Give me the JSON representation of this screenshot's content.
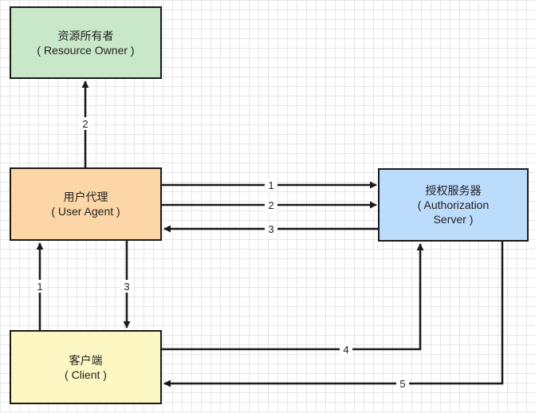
{
  "nodes": {
    "resource_owner": {
      "title": "资源所有者",
      "subtitle": "( Resource Owner )"
    },
    "user_agent": {
      "title": "用户代理",
      "subtitle": "( User Agent )"
    },
    "authorization_server": {
      "title": "授权服务器",
      "subtitle": "( Authorization",
      "subtitle2": "Server )"
    },
    "client": {
      "title": "客户端",
      "subtitle": "( Client )"
    }
  },
  "edges": {
    "ua_to_owner": "2",
    "ua_to_auth_1": "1",
    "ua_to_auth_2": "2",
    "auth_to_ua_3": "3",
    "client_to_ua": "1",
    "ua_to_client": "3",
    "client_to_auth": "4",
    "auth_to_client": "5"
  },
  "colors": {
    "resource_owner": "#c9e7c9",
    "user_agent": "#fcd6a6",
    "authorization_server": "#bcdcfb",
    "client": "#fdf7c3",
    "stroke": "#1a1a1a"
  }
}
